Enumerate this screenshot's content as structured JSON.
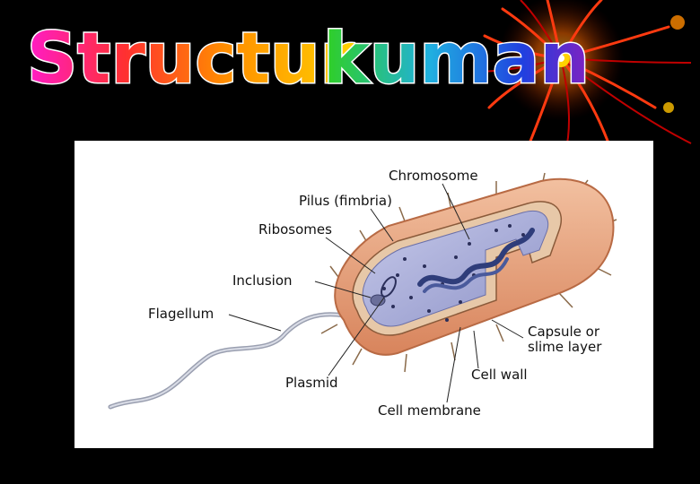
{
  "slide": {
    "title_word1": "Structur",
    "title_word2": "kuman"
  },
  "diagram": {
    "labels": {
      "chromosome": "Chromosome",
      "pilus": "Pilus (fimbria)",
      "ribosomes": "Ribosomes",
      "inclusion": "Inclusion",
      "flagellum": "Flagellum",
      "plasmid": "Plasmid",
      "capsule_line1": "Capsule or",
      "capsule_line2": "slime layer",
      "cell_wall": "Cell wall",
      "cell_membrane": "Cell membrane"
    }
  },
  "colors": {
    "background": "#000000",
    "panel": "#ffffff",
    "capsule": "#e8a07a",
    "cytoplasm": "#a8acd6",
    "chromosome": "#3a4a8a"
  }
}
